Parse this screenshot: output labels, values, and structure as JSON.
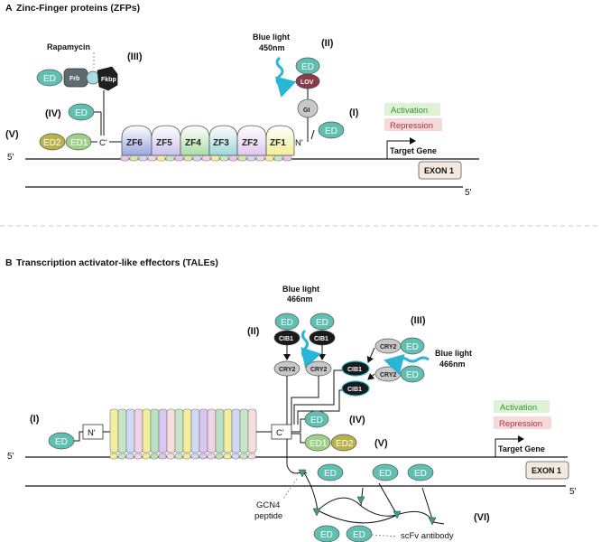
{
  "panel_a": {
    "title": "Zinc-Finger proteins (ZFPs)",
    "letter": "A",
    "rapamycin": "Rapamycin",
    "frb": "Frb",
    "fkbp": "Fkbp",
    "blue_light": "Blue light",
    "wavelength": "450nm",
    "lov": "LOV",
    "gi": "GI",
    "ed": "ED",
    "ed2": "ED2",
    "ed1": "ED1",
    "c_term": "C'",
    "n_term": "N'",
    "zinc_fingers": [
      "ZF6",
      "ZF5",
      "ZF4",
      "ZF3",
      "ZF2",
      "ZF1"
    ],
    "roman": [
      "(I)",
      "(II)",
      "(III)",
      "(IV)",
      "(V)"
    ],
    "activation": "Activation",
    "repression": "Repression",
    "target_gene": "Target Gene",
    "exon": "EXON 1",
    "prime5": "5'"
  },
  "panel_b": {
    "title": "Transcription activator-like effectors (TALEs)",
    "letter": "B",
    "blue_light": "Blue light",
    "wavelength": "466nm",
    "cib1": "CIB1",
    "cry2": "CRY2",
    "ed": "ED",
    "ed1": "ED1",
    "ed2": "ED2",
    "n_term": "N'",
    "c_term": "C'",
    "roman": [
      "(I)",
      "(II)",
      "(III)",
      "(IV)",
      "(V)",
      "(VI)"
    ],
    "activation": "Activation",
    "repression": "Repression",
    "target_gene": "Target Gene",
    "exon": "EXON 1",
    "gcn4": "GCN4",
    "peptide": "peptide",
    "scfv": "scFv antibody",
    "prime5": "5'"
  },
  "colors": {
    "ed_teal": "#5fbfb0",
    "ed_olive": "#b8b24a",
    "ed1_green": "#9fd08a",
    "lov_maroon": "#8c3b4a",
    "cib_black": "#1a1a1a",
    "cry_grey": "#c8c8c8",
    "light_cyan": "#29b6d6",
    "activation_bg": "#dff2d8",
    "activation_fg": "#2e9a2e",
    "repression_bg": "#f6dada",
    "repression_fg": "#b03040",
    "exon_bg": "#f3eadd"
  }
}
